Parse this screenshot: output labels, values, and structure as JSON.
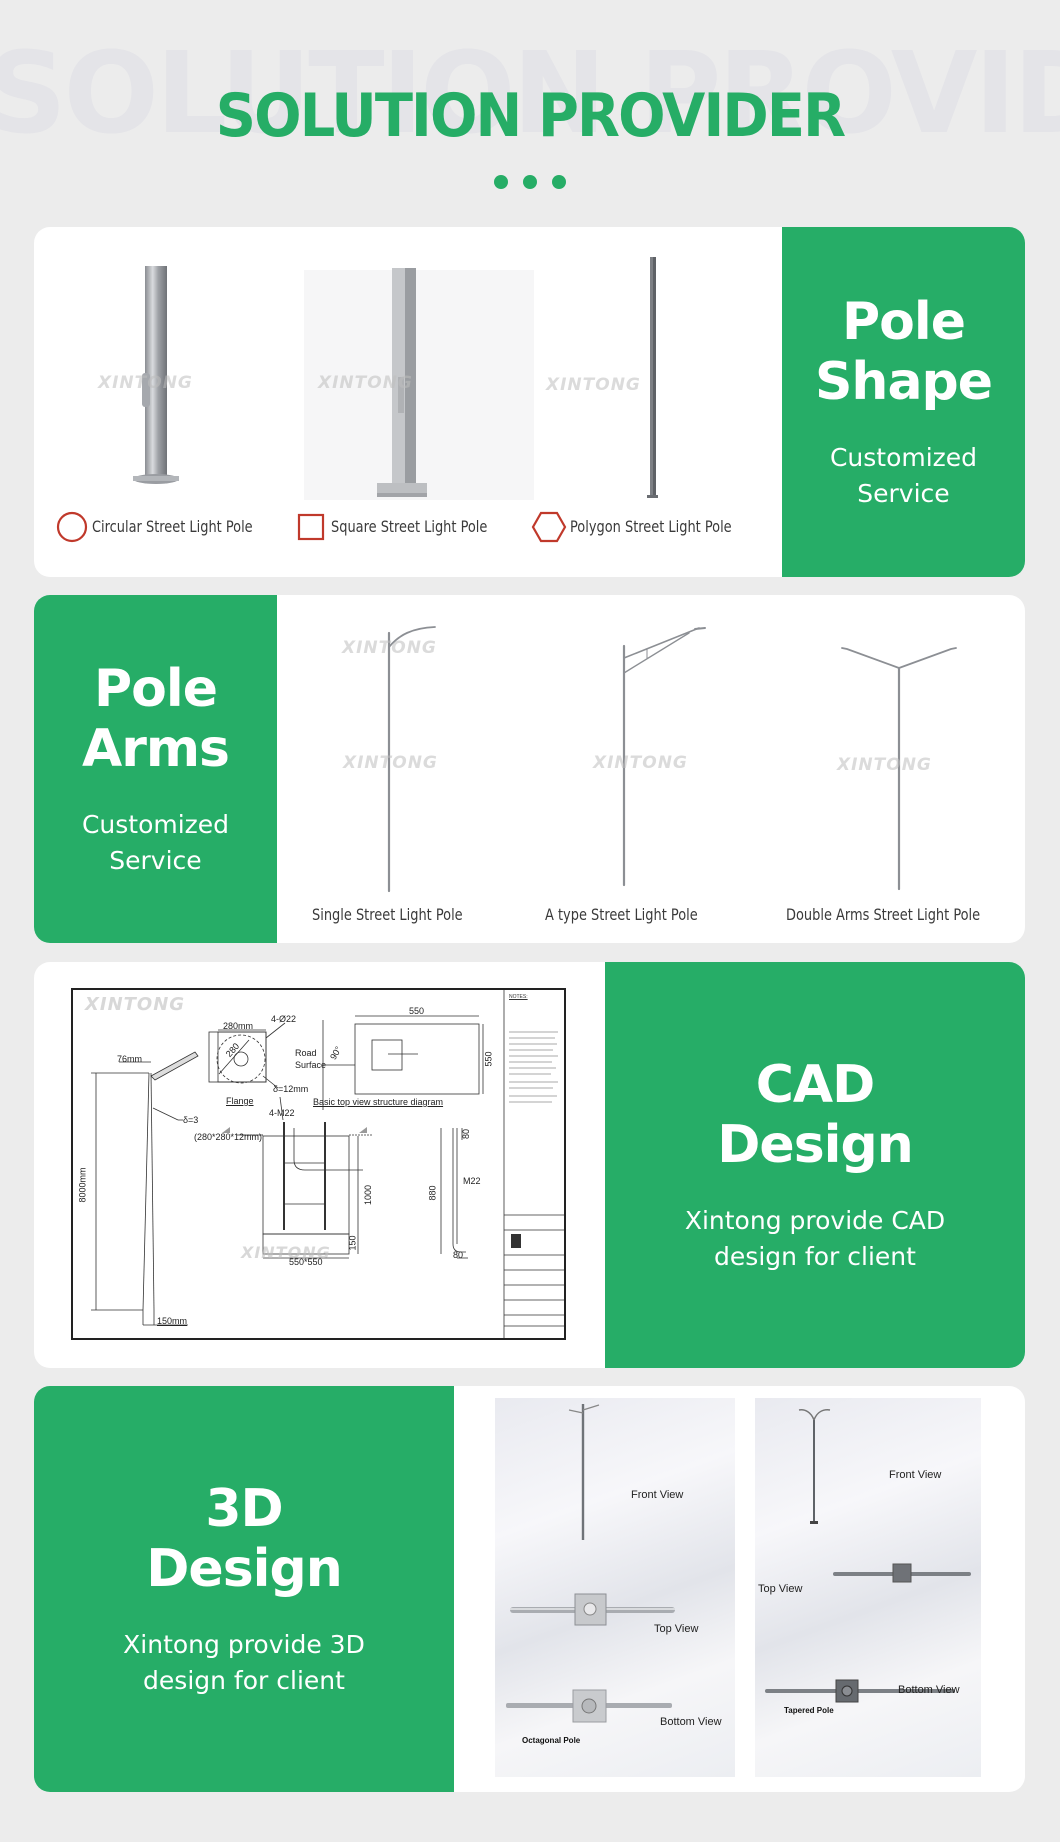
{
  "header": {
    "watermark": "SOLUTION PROVIDER",
    "title": "SOLUTION PROVIDER",
    "dots_color": "#26ad66"
  },
  "brand": {
    "watermark_text": "XINTONG",
    "accent": "#26ad67",
    "icon_red": "#c0392b"
  },
  "pole_shape": {
    "title_line1": "Pole",
    "title_line2": "Shape",
    "subtitle_line1": "Customized",
    "subtitle_line2": "Service",
    "items": [
      {
        "icon": "circle-outline-icon",
        "label": "Circular Street Light Pole"
      },
      {
        "icon": "square-outline-icon",
        "label": "Square Street Light Pole"
      },
      {
        "icon": "hexagon-outline-icon",
        "label": "Polygon Street Light Pole"
      }
    ]
  },
  "pole_arms": {
    "title_line1": "Pole",
    "title_line2": "Arms",
    "subtitle_line1": "Customized",
    "subtitle_line2": "Service",
    "items": [
      {
        "label": "Single Street Light Pole"
      },
      {
        "label": "A type Street Light Pole"
      },
      {
        "label": "Double Arms Street Light Pole"
      }
    ]
  },
  "cad_design": {
    "title_line1": "CAD",
    "title_line2": "Design",
    "subtitle_line1": "Xintong provide CAD",
    "subtitle_line2": "design for client",
    "drawing": {
      "dim_76": "76mm",
      "dim_8000": "8000mm",
      "dim_150": "150mm",
      "delta_3": "δ=3",
      "flange_280": "280mm",
      "flange_diag": "280",
      "holes": "4-Ø22",
      "flange_thk": "δ=12mm",
      "flange_label": "Flange",
      "road_surface_1": "Road",
      "road_surface_2": "Surface",
      "angle": "90°",
      "top_550": "550",
      "side_550": "550",
      "top_view_label": "Basic top view structure diagram",
      "bolts": "4-M22",
      "plate": "(280*280*12mm)",
      "depth_1000": "1000",
      "dim_150b": "150",
      "base": "550*550",
      "bolt_len": "880",
      "bolt_top": "80",
      "bolt_bottom": "80",
      "bolt_m22": "M22",
      "notes_title": "NOTES:"
    }
  },
  "three_d_design": {
    "title_line1": "3D",
    "title_line2": "Design",
    "subtitle_line1": "Xintong provide 3D",
    "subtitle_line2": "design for client",
    "panels": [
      {
        "front": "Front View",
        "top": "Top View",
        "bottom": "Bottom View",
        "caption": "Octagonal Pole"
      },
      {
        "front": "Front View",
        "top": "Top View",
        "bottom": "Bottom View",
        "caption": "Tapered Pole"
      }
    ]
  }
}
